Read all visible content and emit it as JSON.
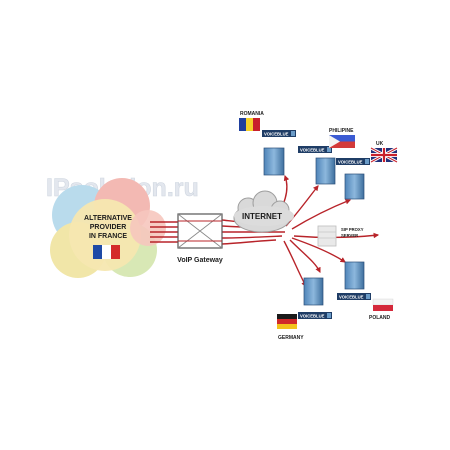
{
  "watermark": "IPsolution.ru",
  "provider": {
    "label_lines": [
      "ALTERNATIVE",
      "PROVIDER",
      "IN FRANCE"
    ]
  },
  "gateway": {
    "label": "VoIP Gateway"
  },
  "internet": {
    "label": "INTERNET"
  },
  "sip_proxy": {
    "label_lines": [
      "SIP PROXY",
      "SERVER"
    ]
  },
  "device_label": "VOICEBLUE",
  "countries": {
    "romania": "ROMANIA",
    "philipine": "PHILIPINE",
    "uk": "UK",
    "germany": "GERMANY",
    "poland": "POLAND"
  },
  "colors": {
    "route": "#b8242a",
    "provider_cloud": "#f2e2a6",
    "internet_cloud": "#dcdcdc",
    "device": "#6a9bc7",
    "device_label_bg": "#1f3d66"
  }
}
